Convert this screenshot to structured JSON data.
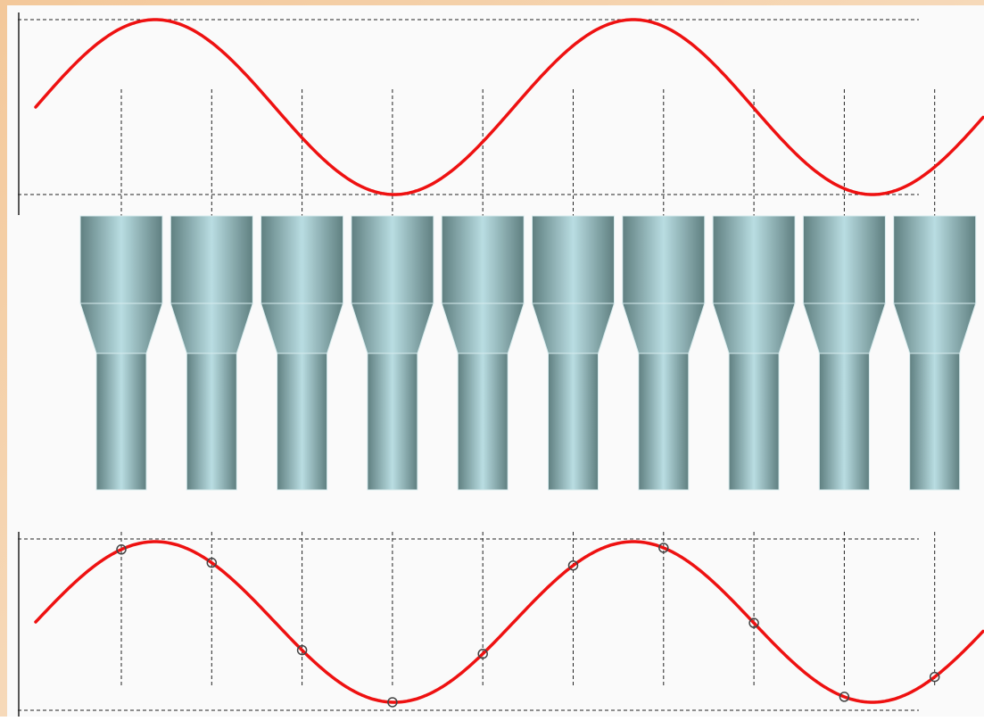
{
  "colors": {
    "frame_gradient_start": "#f3c89a",
    "frame_gradient_end": "#f9ead8",
    "panel": "#fafafa",
    "wave": "#ee1111",
    "gridline": "#222222",
    "injector_dark": "#5f7f80",
    "injector_light": "#b9dde2",
    "injector_edge": "#d8ecee",
    "sample_marker": "#444444"
  },
  "diagram": {
    "injector_count": 10,
    "sample_count": 10,
    "sample_marker": "hollow-circle",
    "signal": "sine",
    "signal_cycles_visible": 2,
    "top_wave_label": "",
    "bottom_wave_label": ""
  }
}
